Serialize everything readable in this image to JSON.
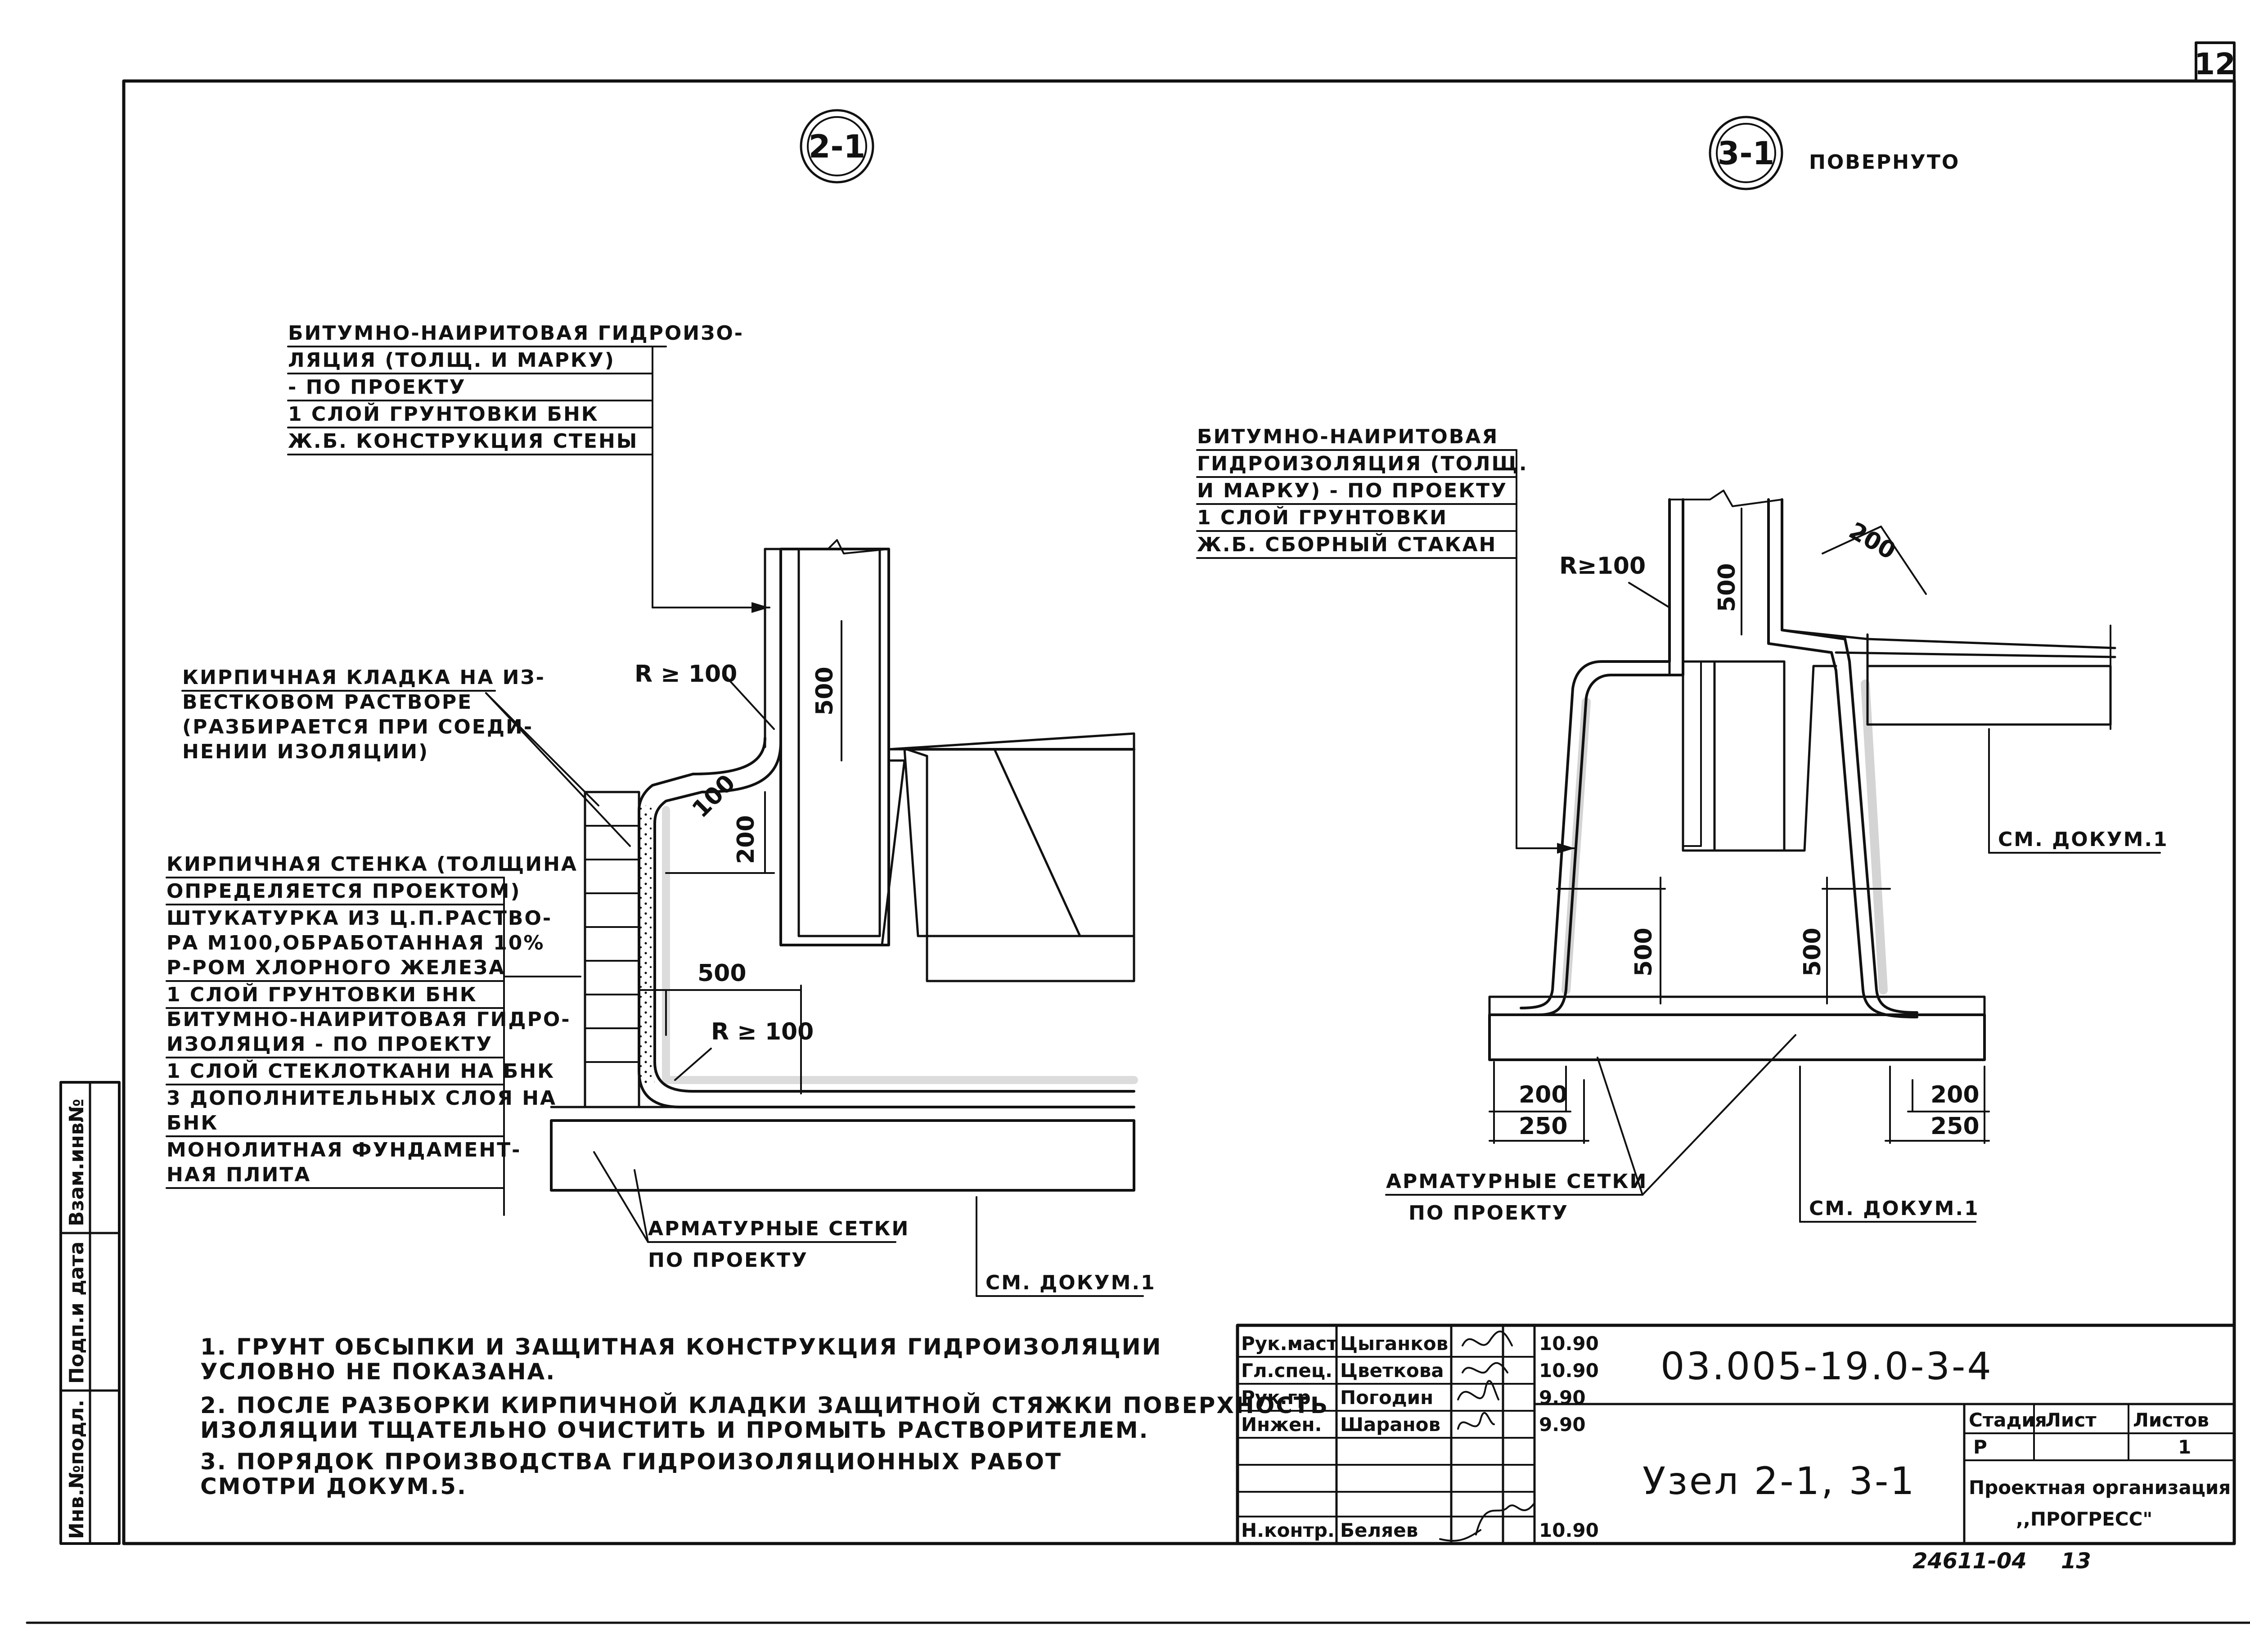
{
  "sheet": {
    "number": "12",
    "code": "03.005-19.0-3-4",
    "title": "Узел 2-1, 3-1",
    "bottom_note": "24611-04",
    "bottom_page": "13",
    "org_label": "Проектная организация",
    "org_name": ",,ПРОГРЕСС\""
  },
  "side_stamp": [
    "Инв.№подл.",
    "Подп.и дата",
    "Взам.инв№"
  ],
  "section_2_1": {
    "marker": "2-1",
    "callout_top": [
      "БИТУМНО-НАИРИТОВАЯ ГИДРОИЗО-",
      "ЛЯЦИЯ (ТОЛЩ. И МАРКУ)",
      "- ПО ПРОЕКТУ",
      "1 СЛОЙ ГРУНТОВКИ  БНК",
      "Ж.Б. КОНСТРУКЦИЯ СТЕНЫ"
    ],
    "callout_brick": [
      "КИРПИЧНАЯ КЛАДКА НА ИЗ-",
      "ВЕСТКОВОМ РАСТВОРЕ",
      "(РАЗБИРАЕТСЯ ПРИ СОЕДИ-",
      "НЕНИИ ИЗОЛЯЦИИ)"
    ],
    "callout_layers": [
      "КИРПИЧНАЯ СТЕНКА (ТОЛЩИНА",
      "ОПРЕДЕЛЯЕТСЯ ПРОЕКТОМ)",
      "ШТУКАТУРКА ИЗ Ц.П.РАСТВО-",
      "РА М100,ОБРАБОТАННАЯ 10%",
      "Р-РОМ ХЛОРНОГО ЖЕЛЕЗА",
      "1 СЛОЙ ГРУНТОВКИ БНК",
      "БИТУМНО-НАИРИТОВАЯ ГИДРО-",
      "ИЗОЛЯЦИЯ - ПО ПРОЕКТУ",
      "1 СЛОЙ СТЕКЛОТКАНИ НА БНК",
      "3 ДОПОЛНИТЕЛЬНЫХ СЛОЯ НА",
      "БНК",
      "МОНОЛИТНАЯ ФУНДАМЕНТ-",
      "НАЯ ПЛИТА"
    ],
    "callout_mesh": [
      "АРМАТУРНЫЕ СЕТКИ",
      "ПО ПРОЕКТУ"
    ],
    "callout_doc": "СМ. ДОКУМ.1",
    "dims": {
      "radius_top": "R ≥ 100",
      "vert_500": "500",
      "d_100": "100",
      "d_200": "200",
      "horiz_500": "500",
      "radius_bottom": "R ≥ 100"
    }
  },
  "section_3_1": {
    "marker": "3-1",
    "rotated_label": "ПОВЕРНУТО",
    "callout_top": [
      "БИТУМНО-НАИРИТОВАЯ",
      "ГИДРОИЗОЛЯЦИЯ (ТОЛЩ.",
      "И МАРКУ) - ПО ПРОЕКТУ",
      "1 СЛОЙ ГРУНТОВКИ",
      "Ж.Б. СБОРНЫЙ СТАКАН"
    ],
    "callout_mesh": [
      "АРМАТУРНЫЕ СЕТКИ",
      "ПО ПРОЕКТУ"
    ],
    "callout_doc_right": "СМ. ДОКУМ.1",
    "callout_doc_bottom": "СМ. ДОКУМ.1",
    "dims": {
      "radius": "R≥100",
      "diag_200": "200",
      "vert_500_top": "500",
      "vert_500_left": "500",
      "vert_500_right": "500",
      "left_200": "200",
      "left_250": "250",
      "right_200": "200",
      "right_250": "250"
    }
  },
  "notes": [
    "1. ГРУНТ ОБСЫПКИ И ЗАЩИТНАЯ КОНСТРУКЦИЯ ГИДРОИЗОЛЯЦИИ",
    "   УСЛОВНО НЕ ПОКАЗАНА.",
    "2. ПОСЛЕ РАЗБОРКИ КИРПИЧНОЙ КЛАДКИ ЗАЩИТНОЙ СТЯЖКИ ПОВЕРХНОСТЬ",
    "   ИЗОЛЯЦИИ ТЩАТЕЛЬНО ОЧИСТИТЬ И ПРОМЫТЬ РАСТВОРИТЕЛЕМ.",
    "3. ПОРЯДОК ПРОИЗВОДСТВА ГИДРОИЗОЛЯЦИОННЫХ РАБОТ",
    "   СМОТРИ ДОКУМ.5."
  ],
  "signatures": [
    {
      "role": "Рук.маст",
      "name": "Цыганков",
      "date": "10.90"
    },
    {
      "role": "Гл.спец.",
      "name": "Цветкова",
      "date": "10.90"
    },
    {
      "role": "Рук.гр.",
      "name": "Погодин",
      "date": "9.90"
    },
    {
      "role": "Инжен.",
      "name": "Шаранов",
      "date": "9.90"
    },
    {
      "role": "Н.контр.",
      "name": "Беляев",
      "date": "10.90"
    }
  ],
  "stage_table": {
    "headers": [
      "Стадия",
      "Лист",
      "Листов"
    ],
    "values": [
      "Р",
      "",
      "1"
    ]
  }
}
